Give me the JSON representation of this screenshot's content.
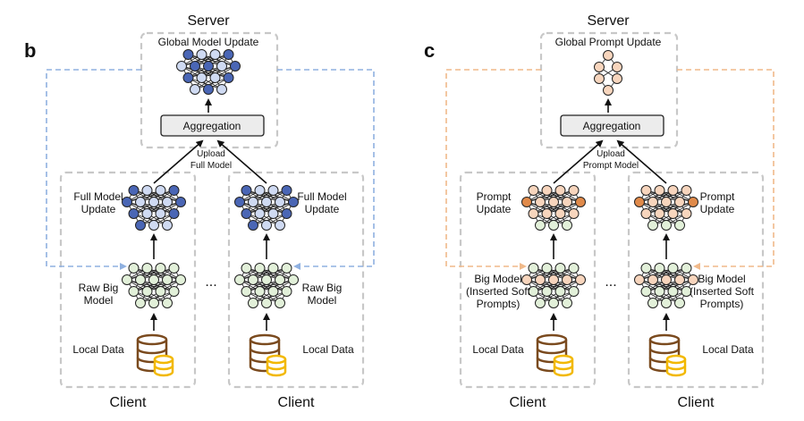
{
  "panels": [
    {
      "id": "b",
      "letter": "b",
      "server_title": "Server",
      "update_title": "Global Model Update",
      "aggregation": "Aggregation",
      "upload_line1": "Upload",
      "upload_line2": "Full Model",
      "update_label": [
        "Full Model",
        "Update"
      ],
      "raw_label": [
        "Raw Big",
        "Model"
      ],
      "local_data": "Local Data",
      "client_title": "Client",
      "ellipsis": "...",
      "loop_color": "#8fb0e0",
      "palette": {
        "dark": "#4a66b5",
        "light": "#cfdaf2",
        "green": "#e2f0d9"
      }
    },
    {
      "id": "c",
      "letter": "c",
      "server_title": "Server",
      "update_title": "Global Prompt Update",
      "aggregation": "Aggregation",
      "upload_line1": "Upload",
      "upload_line2": "Prompt Model",
      "update_label": [
        "Prompt",
        "Update"
      ],
      "raw_label": [
        "Big  Model",
        "(Inserted Soft",
        "Prompts)"
      ],
      "local_data": "Local Data",
      "client_title": "Client",
      "ellipsis": "...",
      "loop_color": "#f0b98a",
      "palette": {
        "dark": "#e08a4a",
        "light": "#f7d5bd",
        "green": "#e2f0d9"
      }
    }
  ],
  "colors": {
    "db_brown": "#7a4a1e",
    "db_gold": "#f2b800"
  }
}
